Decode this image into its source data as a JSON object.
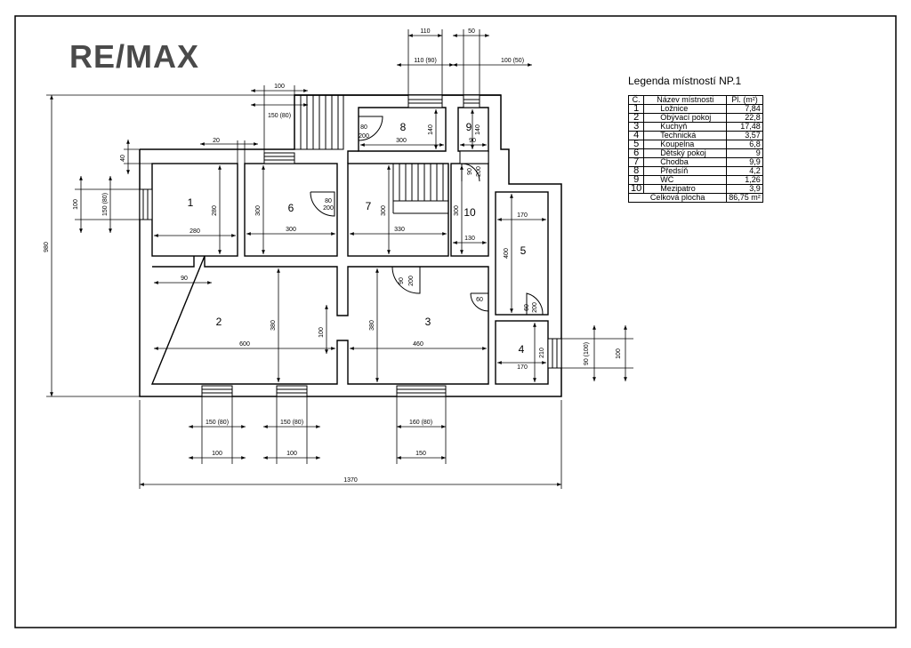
{
  "logo": "RE/MAX",
  "legend": {
    "title": "Legenda místností NP.1",
    "headers": [
      "Č.",
      "Název místnosti",
      "Pl. (m²)"
    ],
    "rows": [
      {
        "n": "1",
        "name": "Ložnice",
        "area": "7,84"
      },
      {
        "n": "2",
        "name": "Obývací pokoj",
        "area": "22,8"
      },
      {
        "n": "3",
        "name": "Kuchyň",
        "area": "17,48"
      },
      {
        "n": "4",
        "name": "Technická",
        "area": "3,57"
      },
      {
        "n": "5",
        "name": "Koupelna",
        "area": "6,8"
      },
      {
        "n": "6",
        "name": "Dětský pokoj",
        "area": "9"
      },
      {
        "n": "7",
        "name": "Chodba",
        "area": "9,9"
      },
      {
        "n": "8",
        "name": "Předsíň",
        "area": "4,2"
      },
      {
        "n": "9",
        "name": "WC",
        "area": "1,26"
      },
      {
        "n": "10",
        "name": "Mezipatro",
        "area": "3,9"
      }
    ],
    "total_label": "Celková plocha",
    "total_area": "86,75 m²"
  },
  "rooms": [
    "1",
    "2",
    "3",
    "4",
    "5",
    "6",
    "7",
    "8",
    "9",
    "10"
  ],
  "dimensions": {
    "overall_width": "1370",
    "overall_height": "980",
    "r1_w": "280",
    "r1_h": "280",
    "r6_w": "300",
    "r6_h": "300",
    "r7_w": "330",
    "r7_h": "300",
    "r10_w": "130",
    "r10_h": "300",
    "r2_w": "600",
    "r2_h": "380",
    "r3_w": "460",
    "r3_h": "380",
    "r5_w": "170",
    "r5_h": "400",
    "r4_w": "170",
    "r4_h": "210",
    "r8_w": "300",
    "r8_h": "140",
    "r9_w": "90",
    "r9_h": "140",
    "d_90": "90",
    "d_100": "100",
    "d_20": "20",
    "d_40": "40",
    "door_80": "80",
    "door_200": "200",
    "door_90": "90",
    "door_60": "60",
    "win_top_100": "100",
    "win_top_150_80": "150 (80)",
    "win_top_110": "110",
    "win_top_110_90": "110 (90)",
    "win_top_50": "50",
    "win_top_100_50": "100 (50)",
    "win_left_100": "100",
    "win_left_150_80": "150 (80)",
    "win_right_90_100": "90 (100)",
    "win_right_100": "100",
    "win_b1_150_80": "150 (80)",
    "win_b1_100": "100",
    "win_b2_150_80": "150 (80)",
    "win_b2_100": "100",
    "win_b3_160_80": "160 (80)",
    "win_b3_150": "150"
  }
}
